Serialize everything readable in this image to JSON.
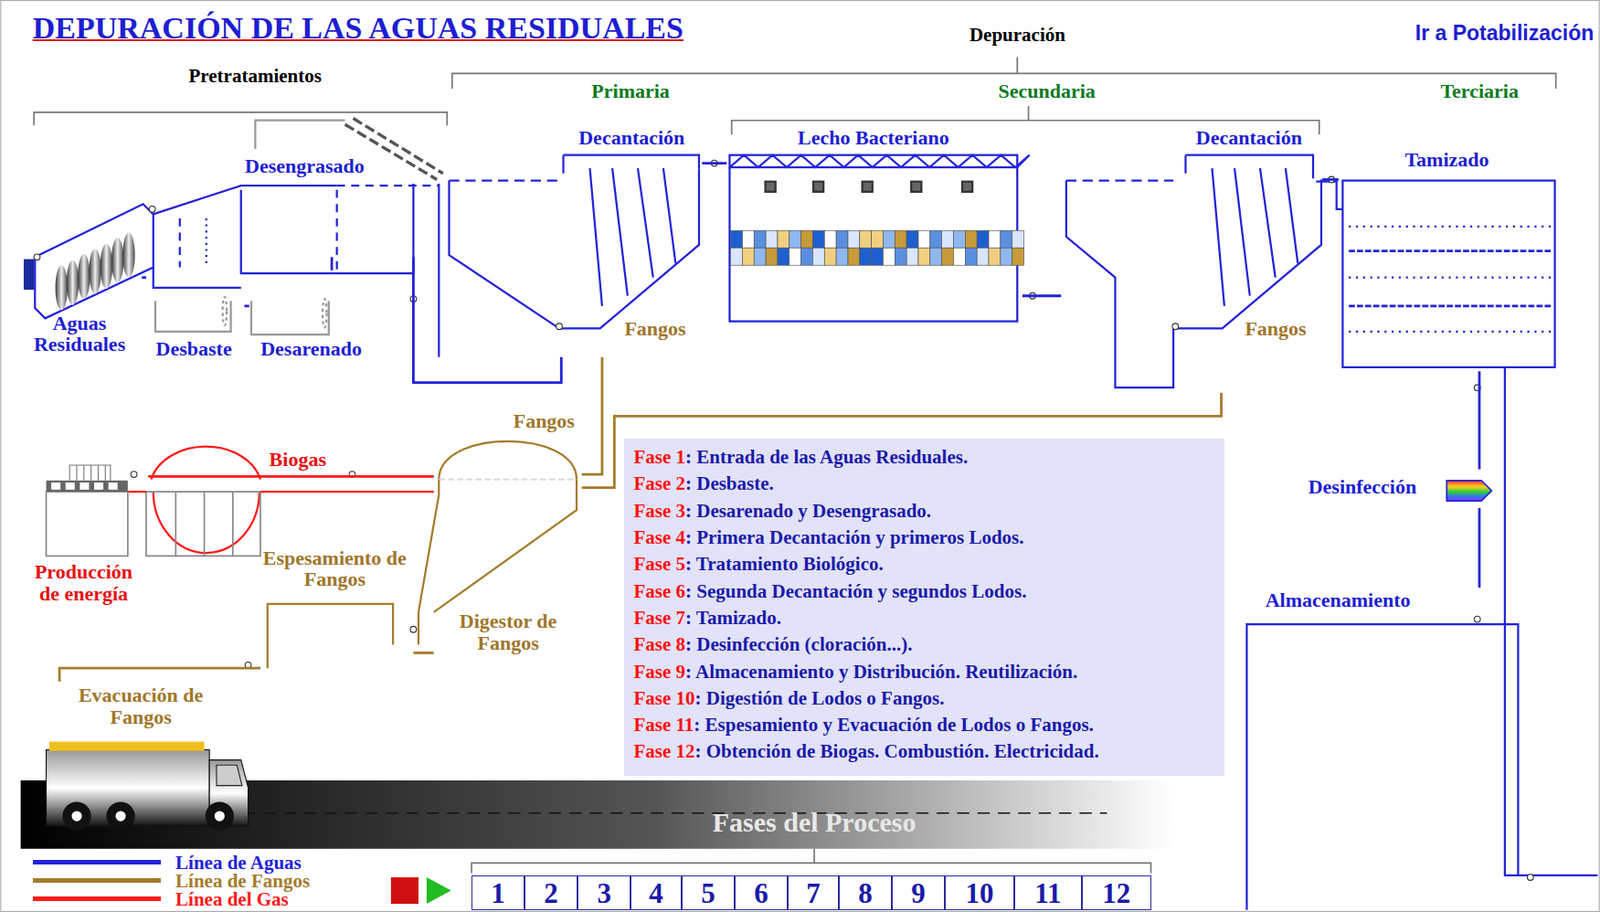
{
  "diagram": {
    "title": "DEPURACIÓN  DE LAS AGUAS RESIDUALES",
    "nodes": [
      {
        "text": [
          "Aguas Residuales"
        ]
      },
      {
        "text": [
          "Desbaste"
        ]
      },
      {
        "text": [
          "Desarenado"
        ]
      },
      {
        "text": [
          "Desengrasado"
        ]
      },
      {
        "text": [
          "Decantación"
        ]
      },
      {
        "text": [
          "Lecho Bacteriano"
        ]
      },
      {
        "text": [
          "Decantación"
        ]
      },
      {
        "text": [
          "Tamizado"
        ]
      },
      {
        "text": [
          "Desinfección"
        ]
      },
      {
        "text": [
          "Almacenamiento"
        ]
      },
      {
        "text": [
          "Digestor de Fangos"
        ]
      },
      {
        "text": [
          "Espesamiento de Fangos"
        ]
      },
      {
        "text": [
          "Evacuación de Fangos"
        ]
      },
      {
        "text": [
          "Producción de energía"
        ]
      },
      {
        "text": [
          "Fase 1",
          ": Entrada de las Aguas Residuales.",
          "Fase 2",
          ": Desbaste.",
          "Fase 3",
          ": Desarenado y Desengrasado.",
          "Fase 4",
          ": Primera Decantación y primeros Lodos.",
          "Fase 5",
          ": Tratamiento Biológico.",
          "Fase 6",
          ": Segunda Decantación y segundos Lodos.",
          "Fase 7",
          ": Tamizado.",
          "Fase 8",
          ": Desinfección (cloración...).",
          "Fase 9",
          ": Almacenamiento y Distribución. Reutilización.",
          "Fase 10",
          ": Digestión de Lodos o Fangos.",
          "Fase 11",
          ": Espesamiento y Evacuación de Lodos o Fangos.",
          "Fase 12",
          ": Obtención de Biogas. Combustión. Electricidad."
        ]
      },
      {
        "text": [
          "Fases del Proceso"
        ]
      },
      {
        "text": [
          "1"
        ]
      },
      {
        "text": [
          "2"
        ]
      },
      {
        "text": [
          "3"
        ]
      },
      {
        "text": [
          "4"
        ]
      },
      {
        "text": [
          "5"
        ]
      },
      {
        "text": [
          "6"
        ]
      },
      {
        "text": [
          "7"
        ]
      },
      {
        "text": [
          "8"
        ]
      },
      {
        "text": [
          "9"
        ]
      },
      {
        "text": [
          "10"
        ]
      },
      {
        "text": [
          "11"
        ]
      },
      {
        "text": [
          "12"
        ]
      }
    ],
    "edges": [
      {
        "from": 0,
        "to": 1,
        "arrow": "none"
      },
      {
        "from": 1,
        "to": 2,
        "arrow": "none"
      },
      {
        "from": 2,
        "to": 3,
        "arrow": "none"
      },
      {
        "from": 3,
        "to": 4,
        "arrow": "none"
      },
      {
        "from": 4,
        "to": 5,
        "arrow": "none"
      },
      {
        "from": 5,
        "to": 6,
        "arrow": "none"
      },
      {
        "from": 6,
        "to": 7,
        "arrow": "none"
      },
      {
        "from": 7,
        "to": 8,
        "arrow": "none"
      },
      {
        "from": 8,
        "to": 9,
        "arrow": "none"
      },
      {
        "from": 4,
        "to": 10,
        "arrow": "none"
      },
      {
        "from": 6,
        "to": 10,
        "arrow": "none"
      },
      {
        "from": 10,
        "to": 11,
        "arrow": "none"
      },
      {
        "from": 11,
        "to": 12,
        "arrow": "none"
      },
      {
        "from": 10,
        "to": 13,
        "label": "Biogas",
        "arrow": "none"
      }
    ],
    "labels": [
      "Depuración",
      "Ir a Potabilización",
      "Pretratamientos",
      "Primaria",
      "Secundaria",
      "Terciaria",
      "Fangos",
      "Fangos",
      "Fangos"
    ],
    "legend": [
      {
        "text": "Línea de Aguas",
        "color": "#2323d8"
      },
      {
        "text": "Línea de Fangos",
        "color": "#a57c2c"
      },
      {
        "text": "Línea del Gas",
        "color": "#ff1a1a"
      }
    ]
  }
}
